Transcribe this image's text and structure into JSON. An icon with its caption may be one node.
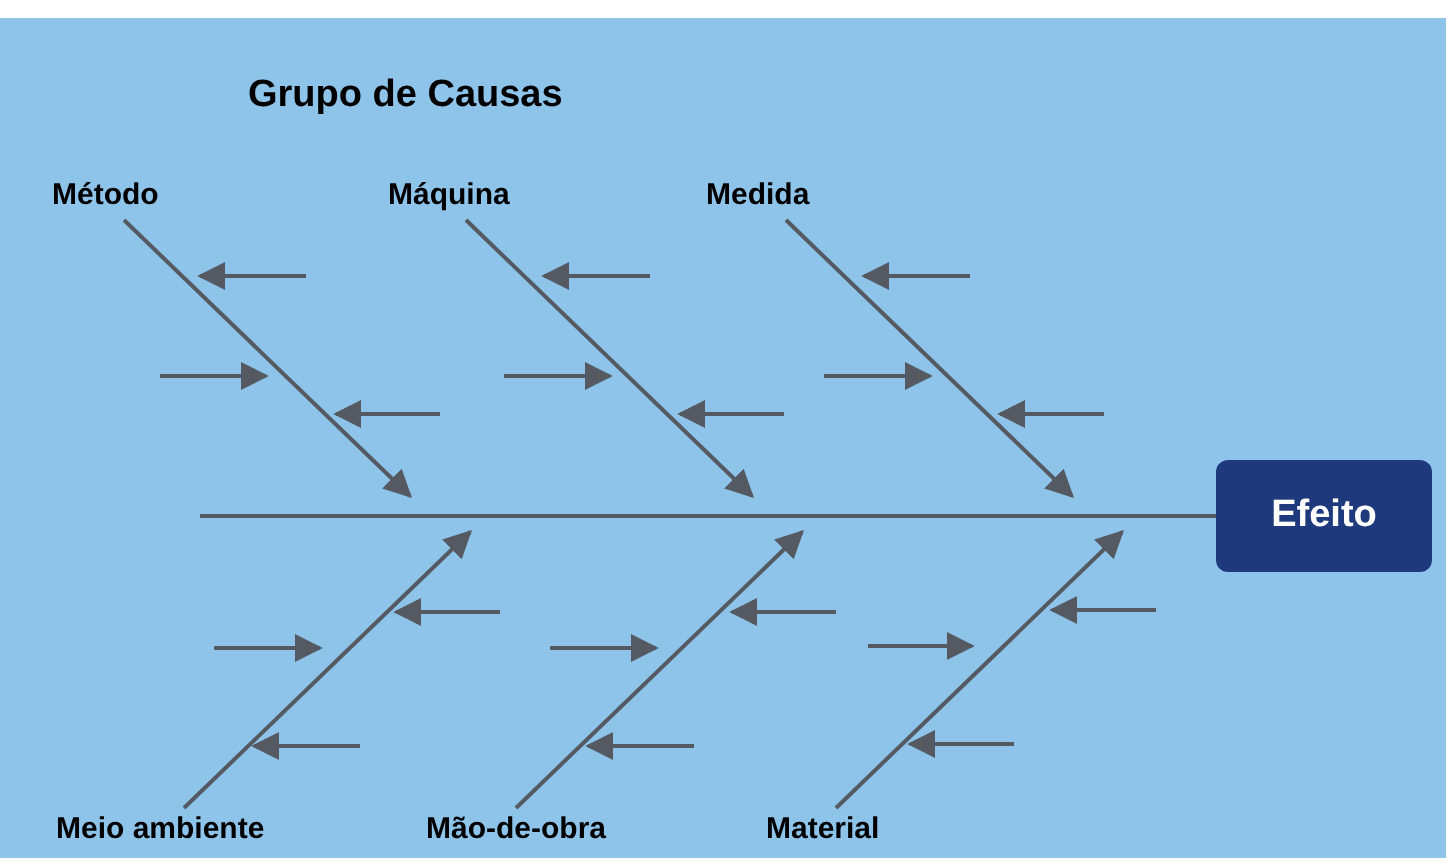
{
  "diagram": {
    "title": "Grupo de Causas",
    "nodes": [
      {
        "text": [
          "Método"
        ]
      },
      {
        "text": [
          "Máquina"
        ]
      },
      {
        "text": [
          "Medida"
        ]
      },
      {
        "text": [
          "Meio ambiente"
        ]
      },
      {
        "text": [
          "Mão-de-obra"
        ]
      },
      {
        "text": [
          "Material"
        ]
      },
      {
        "text": [
          "Efeito"
        ]
      }
    ],
    "edges": [
      {
        "from": 0,
        "to": null,
        "arrow": "to"
      },
      {
        "from": 1,
        "to": null,
        "arrow": "to"
      },
      {
        "from": 2,
        "to": null,
        "arrow": "to"
      },
      {
        "from": 3,
        "to": null,
        "arrow": "to"
      },
      {
        "from": 4,
        "to": null,
        "arrow": "to"
      },
      {
        "from": 5,
        "to": null,
        "arrow": "to"
      },
      {
        "from": null,
        "to": 6,
        "arrow": "none"
      }
    ]
  }
}
